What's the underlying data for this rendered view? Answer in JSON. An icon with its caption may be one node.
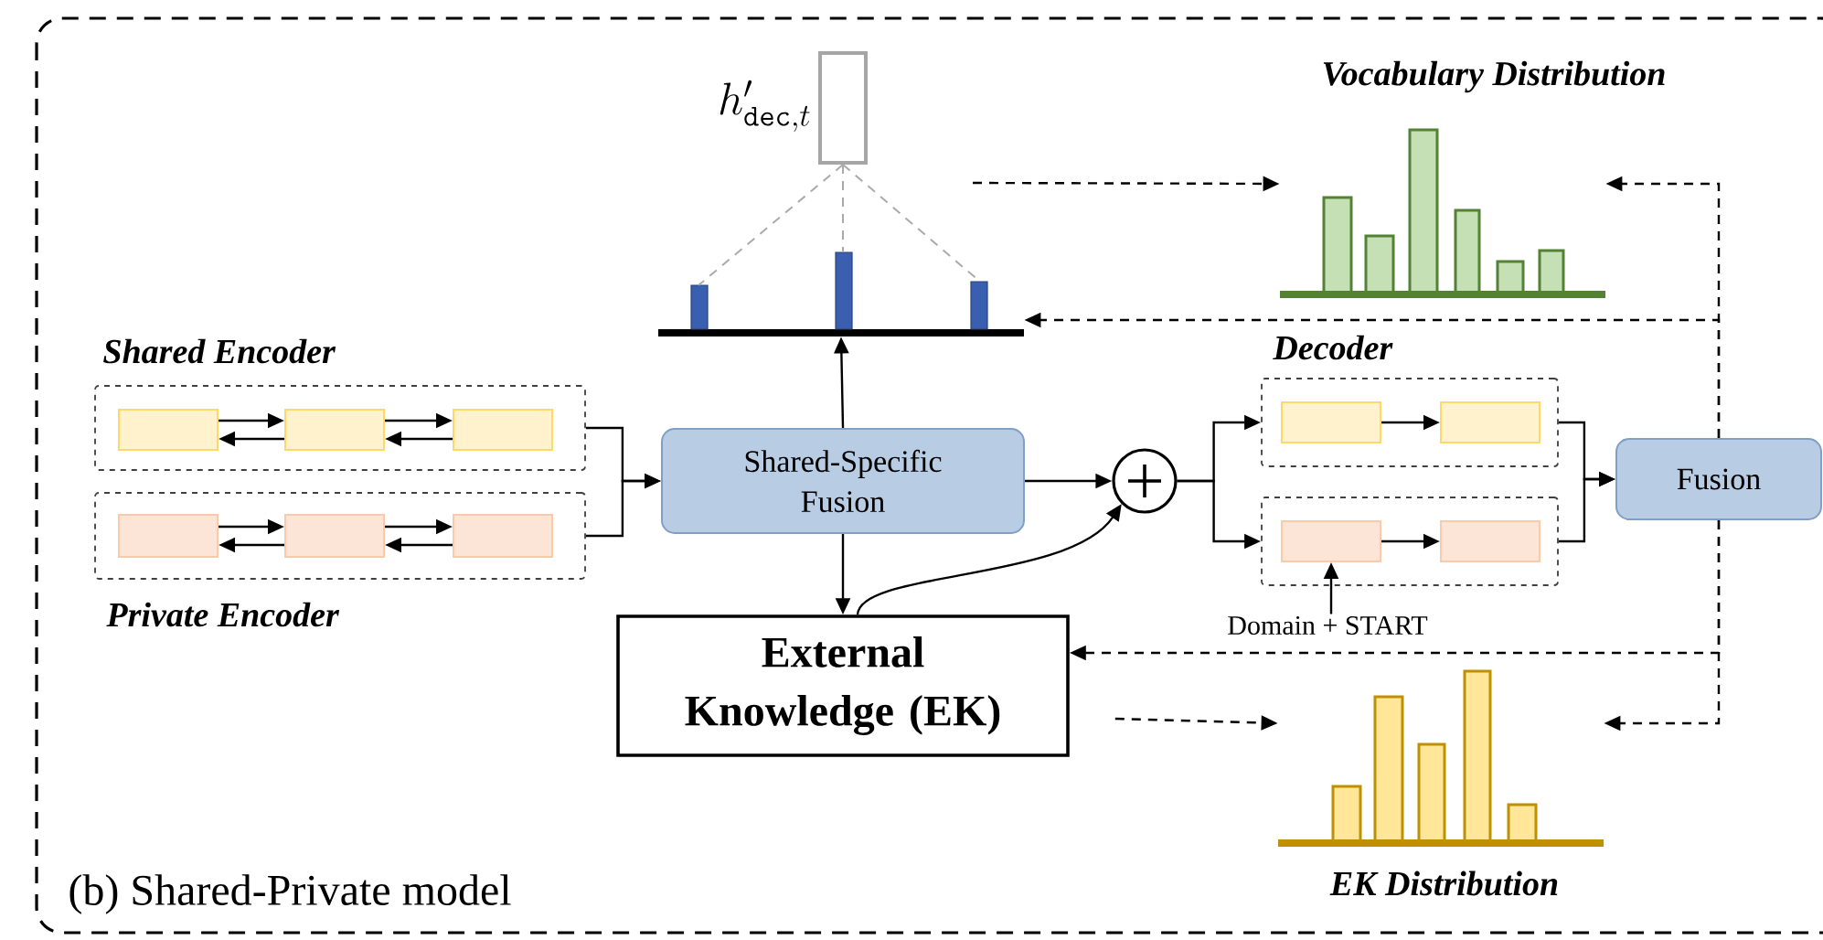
{
  "diagram": {
    "nodes": [
      {
        "text": [
          "Shared Encoder"
        ]
      },
      {
        "text": [],
        "shape": "box",
        "in": 0
      },
      {
        "text": [],
        "shape": "box",
        "in": 0
      },
      {
        "text": [],
        "shape": "box",
        "in": 0
      },
      {
        "text": [
          "Private Encoder"
        ]
      },
      {
        "text": [],
        "shape": "box",
        "in": 4
      },
      {
        "text": [],
        "shape": "box",
        "in": 4
      },
      {
        "text": [],
        "shape": "box",
        "in": 4
      },
      {
        "text": [
          "Shared-Specific Fusion"
        ]
      },
      {
        "text": [
          "h'_{\\mathtt{dec},t}"
        ]
      },
      {
        "text": [],
        "shape": "bar"
      },
      {
        "text": [],
        "shape": "circle"
      },
      {
        "text": [
          "Decoder"
        ]
      },
      {
        "text": [],
        "shape": "box",
        "in": 12
      },
      {
        "text": [],
        "shape": "box",
        "in": 12
      },
      {
        "text": [],
        "shape": "box"
      },
      {
        "text": [],
        "shape": "box",
        "in": 15
      },
      {
        "text": [],
        "shape": "box",
        "in": 15
      },
      {
        "text": [
          "Domain + START"
        ]
      },
      {
        "text": [
          "Fusion"
        ]
      },
      {
        "text": [
          "External Knowledge (EK)"
        ]
      },
      {
        "text": [
          "Vocabulary Distribution"
        ]
      },
      {
        "text": [
          "EK Distribution"
        ]
      }
    ],
    "edges": [
      {
        "from": 1,
        "to": 2,
        "arrow": "to"
      },
      {
        "from": 2,
        "to": 1,
        "arrow": "to"
      },
      {
        "from": 2,
        "to": 3,
        "arrow": "to"
      },
      {
        "from": 3,
        "to": 2,
        "arrow": "to"
      },
      {
        "from": 5,
        "to": 6,
        "arrow": "to"
      },
      {
        "from": 6,
        "to": 5,
        "arrow": "to"
      },
      {
        "from": 6,
        "to": 7,
        "arrow": "to"
      },
      {
        "from": 7,
        "to": 6,
        "arrow": "to"
      },
      {
        "from": 0,
        "to": 8,
        "arrow": "to"
      },
      {
        "from": 4,
        "to": 8,
        "arrow": "to"
      },
      {
        "from": 8,
        "to": 10,
        "arrow": "to"
      },
      {
        "from": 8,
        "to": 20,
        "arrow": "to"
      },
      {
        "from": 20,
        "to": 11,
        "arrow": "to"
      },
      {
        "from": 8,
        "to": 11,
        "arrow": "to"
      },
      {
        "from": 11,
        "to": 12,
        "arrow": "to"
      },
      {
        "from": 11,
        "to": 15,
        "arrow": "to"
      },
      {
        "from": 13,
        "to": 14,
        "arrow": "to"
      },
      {
        "from": 16,
        "to": 17,
        "arrow": "to"
      },
      {
        "from": 18,
        "to": 16,
        "arrow": "to"
      },
      {
        "from": 12,
        "to": 19,
        "arrow": "to"
      },
      {
        "from": 15,
        "to": 19,
        "arrow": "to"
      },
      {
        "from": 19,
        "to": 21,
        "arrow": "to",
        "style": "dashed"
      },
      {
        "from": 19,
        "to": 10,
        "arrow": "to",
        "style": "dashed"
      },
      {
        "from": 19,
        "to": 20,
        "arrow": "to",
        "style": "dashed"
      },
      {
        "from": 19,
        "to": 22,
        "arrow": "to",
        "style": "dashed"
      },
      {
        "from": null,
        "to": 21,
        "arrow": "to",
        "style": "dashed"
      },
      {
        "from": 20,
        "to": 22,
        "arrow": "to",
        "style": "dashed"
      },
      {
        "from": 9,
        "to": 10,
        "arrow": "none",
        "style": "dashed",
        "color": "#aaaaaa"
      },
      {
        "from": 9,
        "to": 10,
        "arrow": "none",
        "style": "dashed",
        "color": "#aaaaaa"
      },
      {
        "from": 9,
        "to": 10,
        "arrow": "none",
        "style": "dashed",
        "color": "#aaaaaa"
      }
    ],
    "labels": [
      "(b) Shared-Private model"
    ]
  }
}
